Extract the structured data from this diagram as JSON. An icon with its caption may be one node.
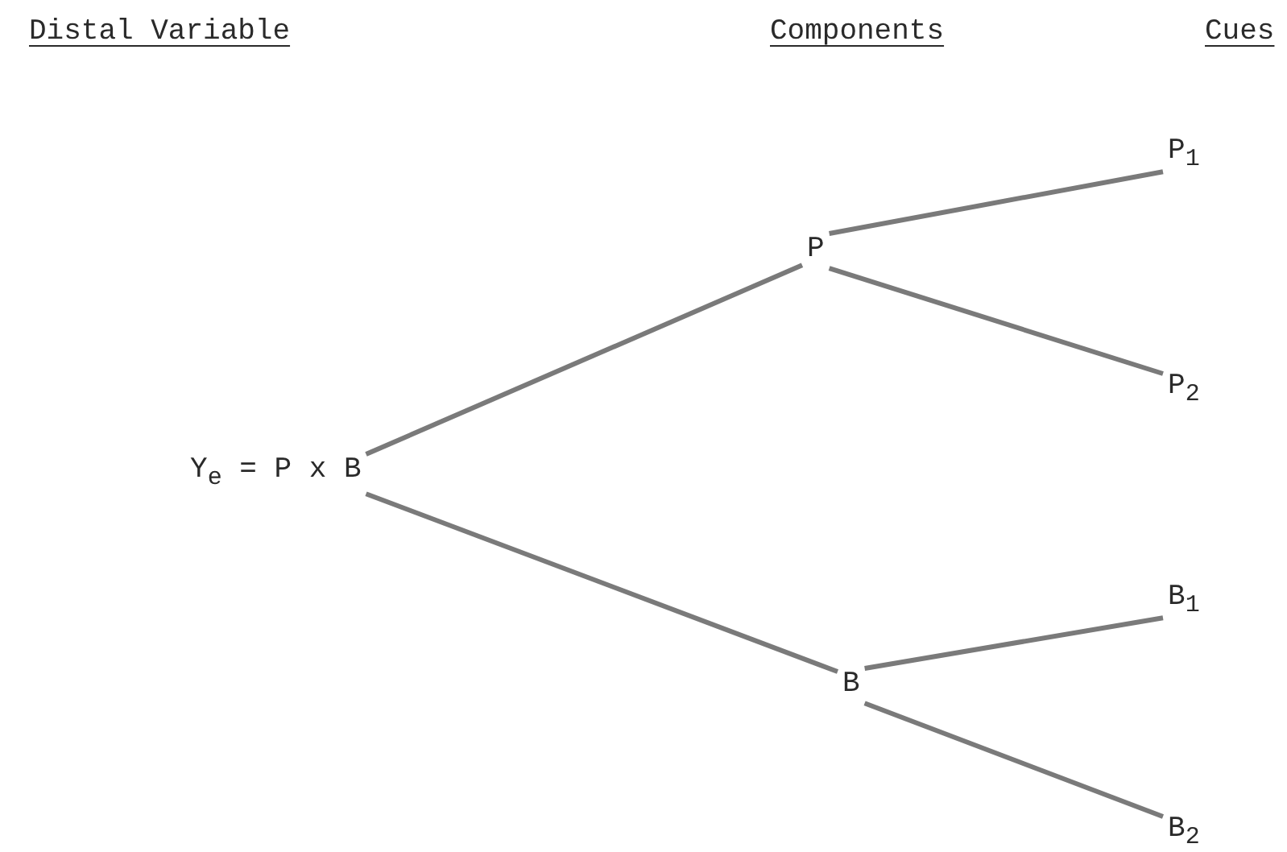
{
  "diagram": {
    "nodes": [
      {
        "text": [
          "Y$_{e}$ = P x B"
        ]
      },
      {
        "text": [
          "P"
        ]
      },
      {
        "text": [
          "P$_{1}$"
        ]
      },
      {
        "text": [
          "P$_{2}$"
        ]
      },
      {
        "text": [
          "B"
        ]
      },
      {
        "text": [
          "B$_{1}$"
        ]
      },
      {
        "text": [
          "B$_{2}$"
        ]
      }
    ],
    "edges": [
      {
        "from": 0,
        "to": 1,
        "arrow": "none"
      },
      {
        "from": 0,
        "to": 4,
        "arrow": "none"
      },
      {
        "from": 1,
        "to": 2,
        "arrow": "none"
      },
      {
        "from": 1,
        "to": 3,
        "arrow": "none"
      },
      {
        "from": 4,
        "to": 5,
        "arrow": "none"
      },
      {
        "from": 4,
        "to": 6,
        "arrow": "none"
      }
    ],
    "labels": [
      "Distal Variable",
      "Components",
      "Cues"
    ]
  }
}
